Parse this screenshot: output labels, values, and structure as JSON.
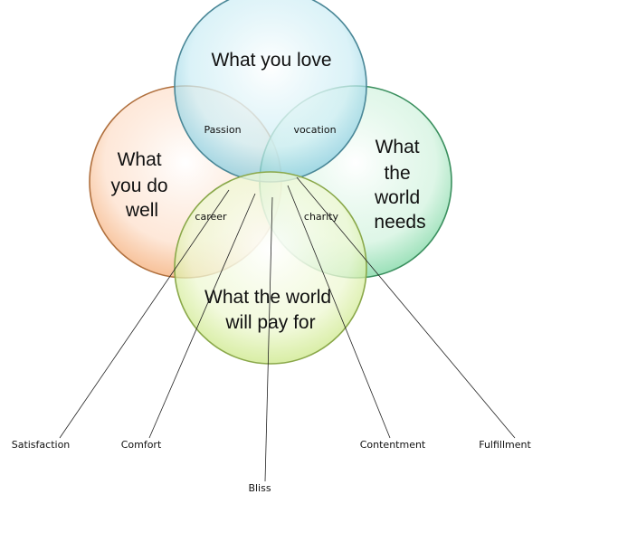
{
  "circles": {
    "love": "What you love",
    "well": [
      "What",
      "you do",
      "well"
    ],
    "needs": [
      "What",
      "the",
      "world",
      "needs"
    ],
    "pay": [
      "What the world",
      "will pay for"
    ]
  },
  "overlaps": {
    "passion": "Passion",
    "vocation": "vocation",
    "career": "career",
    "charity": "charity"
  },
  "callouts": {
    "satisfaction": "Satisfaction",
    "comfort": "Comfort",
    "bliss": "Bliss",
    "contentment": "Contentment",
    "fulfillment": "Fulfillment"
  },
  "colors": {
    "love": "#7ec8dc",
    "well": "#f4a76d",
    "needs": "#6fd39a",
    "pay": "#c8e67e"
  }
}
